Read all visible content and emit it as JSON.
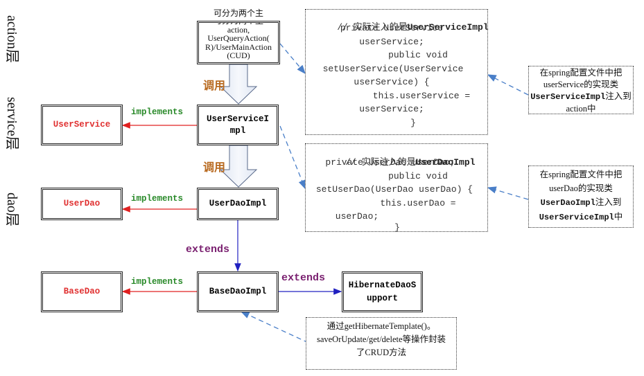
{
  "layers": {
    "action": "action层",
    "service": "service层",
    "dao": "dao层"
  },
  "action_box": {
    "lines": [
      "可分为两个主",
      "action,",
      "UserQueryAction(",
      "R)/UserMainAction",
      "(CUD)"
    ]
  },
  "service_impl": {
    "label": "UserServiceImpl"
  },
  "user_service": {
    "label": "UserService"
  },
  "user_dao_impl": {
    "label": "UserDaoImpl"
  },
  "user_dao": {
    "label": "UserDao"
  },
  "base_dao_impl": {
    "label": "BaseDaoImpl"
  },
  "base_dao": {
    "label": "BaseDao"
  },
  "hibernate_support": {
    "label": "HibernateDaoSupport"
  },
  "edge_labels": {
    "call_1": "调用",
    "call_2": "调用",
    "implements_1": "implements",
    "implements_2": "implements",
    "implements_3": "implements",
    "extends_1": "extends",
    "extends_2": "extends"
  },
  "code_service": {
    "comment": "// 实际注入的是",
    "comment_class": "UserServiceImpl",
    "lines": [
      "private UserService",
      "userService;",
      "public void",
      "setUserService(UserService",
      "userService) {",
      "this.userService =",
      "userService;",
      "}"
    ]
  },
  "code_dao": {
    "comment": "// 实际注入的是",
    "comment_class": "UserDaoImpl",
    "lines": [
      "private UserDao userDao;",
      "public void",
      "setUserDao(UserDao userDao) {",
      "this.userDao =",
      "userDao;",
      "}"
    ]
  },
  "note_service": {
    "line1": "在spring配置文件中把",
    "line2": "userService的实现类",
    "line3_bold": "UserServiceImpl",
    "line3_rest": "注入到",
    "line4": "action中"
  },
  "note_dao": {
    "line1": "在spring配置文件中把",
    "line2": "userDao的实现类",
    "line3_bold": "UserDaoImpl",
    "line3_rest": "注入到",
    "line4_bold": "UserServiceImpl",
    "line4_rest": "中"
  },
  "note_hibernate": {
    "line1": "通过getHibernateTemplate()。",
    "line2": "saveOrUpdate/get/delete等操作封装",
    "line3": "了CRUD方法"
  },
  "colors": {
    "implements_arrow": "#e02020",
    "extends_arrow": "#2020c0",
    "dashed_arrow": "#4a7fc8",
    "class_name_red": "#e03030",
    "label_green": "#2a8a2a",
    "label_purple": "#7a2070",
    "label_call": "#b86a20"
  }
}
